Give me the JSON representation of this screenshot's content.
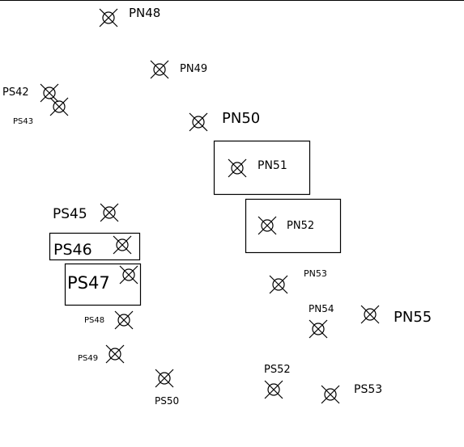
{
  "points": [
    {
      "id": "pn48",
      "label": "PN48"
    },
    {
      "id": "pn49",
      "label": "PN49"
    },
    {
      "id": "ps42",
      "label": "PS42"
    },
    {
      "id": "ps43",
      "label": "PS43"
    },
    {
      "id": "pn50",
      "label": "PN50"
    },
    {
      "id": "pn51",
      "label": "PN51"
    },
    {
      "id": "pn52",
      "label": "PN52"
    },
    {
      "id": "ps45",
      "label": "PS45"
    },
    {
      "id": "ps46",
      "label": "PS46"
    },
    {
      "id": "ps47",
      "label": "PS47"
    },
    {
      "id": "pn53",
      "label": "PN53"
    },
    {
      "id": "pn54",
      "label": "PN54"
    },
    {
      "id": "pn55",
      "label": "PN55"
    },
    {
      "id": "ps48",
      "label": "PS48"
    },
    {
      "id": "ps49",
      "label": "PS49"
    },
    {
      "id": "ps50",
      "label": "PS50"
    },
    {
      "id": "ps52",
      "label": "PS52"
    },
    {
      "id": "ps53",
      "label": "PS53"
    }
  ],
  "colors": {
    "line": "#000000",
    "background": "#ffffff"
  },
  "symbol_icon": "crossed-circle"
}
